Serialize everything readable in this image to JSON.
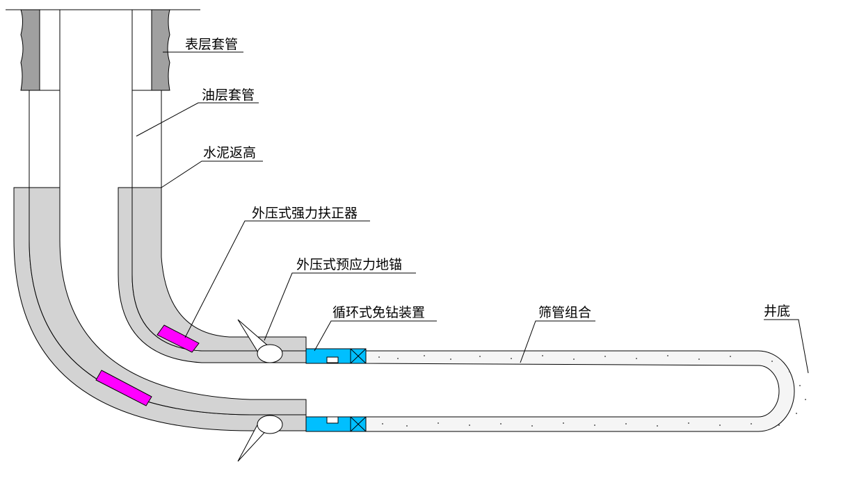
{
  "labels": {
    "surface_casing": "表层套管",
    "oil_casing": "油层套管",
    "cement_top": "水泥返高",
    "centralizer": "外压式强力扶正器",
    "anchor": "外压式预应力地锚",
    "drill_free_device": "循环式免钻装置",
    "screen_assembly": "筛管组合",
    "well_bottom": "井底"
  },
  "colors": {
    "surface_casing": "#a0a0a0",
    "cement": "#d3d3d3",
    "centralizer": "#ff00ff",
    "device": "#00bfff",
    "screen": "#f5f5f5"
  }
}
